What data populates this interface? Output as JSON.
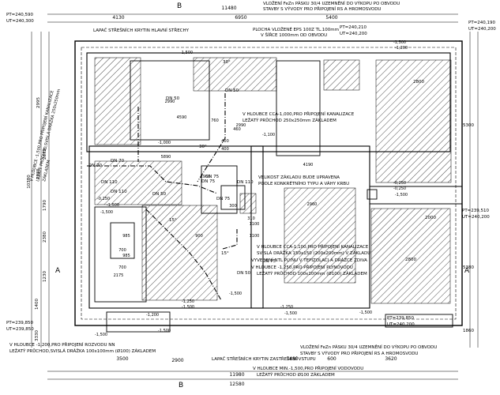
{
  "drawing": {
    "dims_top": [
      "4130",
      "11480",
      "6950",
      "5400"
    ],
    "dims_bottom": [
      "3500",
      "2900",
      "12580",
      "11980",
      "1480",
      "600",
      "3620"
    ],
    "dims_left": [
      "10380",
      "2995",
      "2085",
      "2870",
      "1790",
      "2380",
      "1230",
      "1400",
      "3330"
    ],
    "dims_right": [
      "2800",
      "5300",
      "2000",
      "2800",
      "5380",
      "1860"
    ],
    "dims_inner": [
      "2990",
      "4590",
      "2990",
      "5890",
      "4190",
      "2960",
      "2175",
      "700",
      "700",
      "900",
      "760",
      "460",
      "400",
      "400",
      "300",
      "1100",
      "310",
      "1100",
      "2960",
      "985",
      "985"
    ],
    "levels_left": [
      "PT=240,590",
      "UT=240,300",
      "PT=239,850",
      "UT=239,850"
    ],
    "levels_top": [
      "PT=240,210",
      "UT=240,200",
      "PT=240,190",
      "UT=240,200"
    ],
    "levels_right": [
      "PT=239,510",
      "UT=240,200",
      "PT=239,850",
      "UT=240,200"
    ],
    "levels_inner": [
      "-1,500",
      "-1,500",
      "-1,200",
      "-1,000",
      "-1,100",
      "-0,250",
      "-0,250",
      "-1,500",
      "-0,250",
      "-1,500",
      "-1,500",
      "-1,250",
      "-1,500",
      "-1,250",
      "-1,500",
      "-1,500",
      "-1,200",
      "-1,500",
      "-1,500",
      "-1,500"
    ],
    "section_marks": [
      "B",
      "B",
      "A",
      "A"
    ],
    "pipe_labels": [
      "DN 50",
      "DN 50",
      "DN 70",
      "DN 110",
      "DN 110",
      "DN 70",
      "DN 75",
      "DN 50",
      "DN 75",
      "DN 75",
      "DN 110",
      "DN 75",
      "DN 50"
    ],
    "angle_labels": [
      "30°",
      "30°",
      "15°",
      "15°"
    ],
    "notes": {
      "top_center_1": "VLOŽENÍ FeZn PÁSKU 30/4 UZEMNĚNÍ DO VÝKOPU PO OBVODU",
      "top_center_2": "STAVBY S VÝVODY PRO PŘIPOJENÍ RS A HROMOSVODU",
      "top_left": "LAPAČ STŘEŠNÍCH KRYTIN HLAVNÍ STŘECHY",
      "plate_1": "PLOCHA VLOŽENÉ EPS 100Z TL.100mm",
      "plate_2": "V ŠÍŘCE 1000mm OD OBVODU",
      "left_v1": "V HLOUBCE -1,500,PRO PŘIPOJENÍ KANALIZACE",
      "left_v2": "LEŽATÝ PRŮCHOD,SVISLÁ DRÁŽKA 250x250mm",
      "left_v3": "ZÁKLADEM",
      "mid_1": "V HLOUBCE CCA-1,000,PRO PŘIPOJENÍ KANALIZACE",
      "mid_2": "LEŽATÝ PRŮCHOD 250x250mm ZÁKLADEM",
      "found_1": "VELIKOST ZÁKLADU BUDE UPRAVENA",
      "found_2": "PODLE KONKRÉTNÍHO TYPU A VÁHY KRBU",
      "right_1": "V HLOUBCE CCA-1,100,PRO PŘIPOJENÍ KANALIZACE",
      "right_2": "SVISLÁ DRÁŽKA 150x150 (200x200mm) V ZÁKLADU",
      "right_3": "VYVEDENÍ NTL PLYNU V TEPIZOLACI A DRÁŽCE ZDIVA",
      "right_4": "V HLOUBCE -1,250,PRO PŘIPOJENÍ PLYNOVODU",
      "right_5": "LEŽATÝ PRŮCHOD 100x100mm (Ø100) ZÁKLADEM",
      "bl_1": "V HLOUBCE -1,200,PRO PŘIPOJENÍ ROZVODU NN",
      "bl_2": "LEŽATÝ PRŮCHOD,SVISLÁ DRÁŽKA 100x100mm (Ø100) ZÁKLADEM",
      "br_1": "VLOŽENÍ FeZn PÁSKU 30/4 UZEMNĚNÍ DO VÝKOPU PO OBVODU",
      "br_2": "STAVBY S VÝVODY PRO PŘIPOJENÍ RS A HROMOSVODU",
      "bot_1": "LAPAČ STŘEŠNÍCH KRYTIN ZASTŘEŠENÍ VSTUPU",
      "bot_2": "V HLOUBCE MIN.-1,500,PRO PŘIPOJENÍ VODOVODU",
      "bot_3": "LEŽATÝ PRŮCHOD Ø100 ZÁKLADEM"
    }
  }
}
